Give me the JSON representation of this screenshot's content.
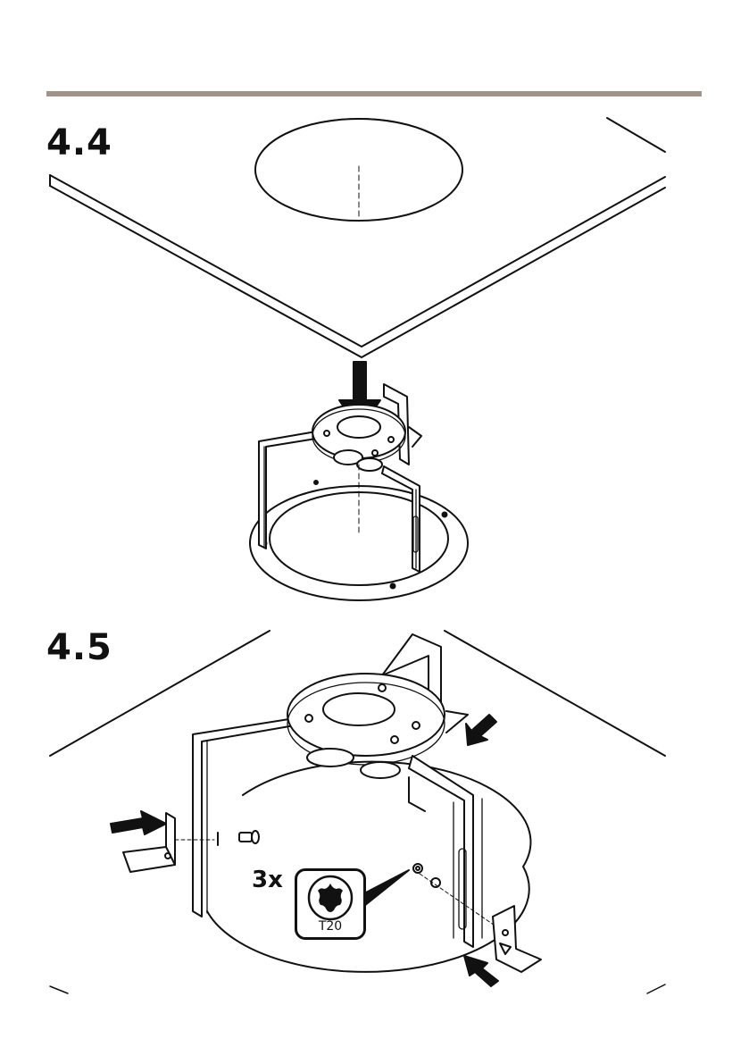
{
  "steps": {
    "first": "4.4",
    "second": "4.5"
  },
  "screws": {
    "quantity": "3x",
    "bit": "T20"
  },
  "colors": {
    "rule": "#a09489",
    "ink": "#111111"
  }
}
